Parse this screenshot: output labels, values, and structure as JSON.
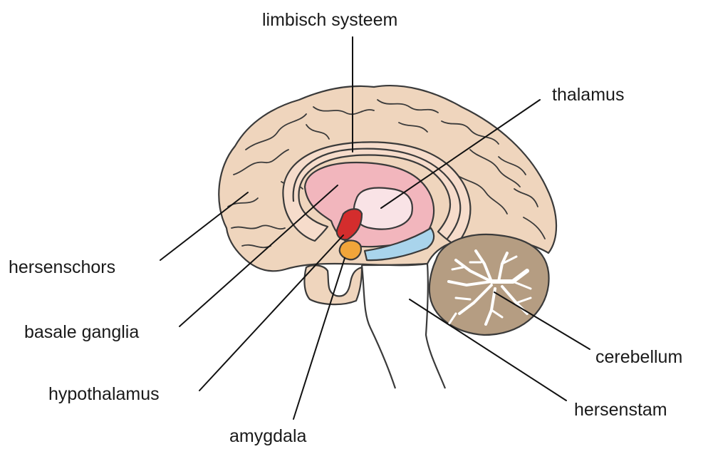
{
  "diagram": {
    "labels": {
      "limbic_system": "limbisch systeem",
      "thalamus": "thalamus",
      "cortex": "hersenschors",
      "basal_ganglia": "basale ganglia",
      "hypothalamus": "hypothalamus",
      "amygdala": "amygdala",
      "cerebellum": "cerebellum",
      "brainstem": "hersenstam"
    },
    "colors": {
      "cortex": "#efd5bd",
      "limbic_band": "#f6dccb",
      "basal_ganglia_region": "#f2b6bd",
      "thalamus": "#f9e3e6",
      "hypothalamus": "#d42d2d",
      "amygdala": "#f1a53a",
      "pituitary_blue": "#a9d4ec",
      "cerebellum": "#b59d82",
      "cerebellum_white": "#ffffff",
      "brainstem": "#ffffff",
      "outline": "#3a3a3a"
    }
  }
}
